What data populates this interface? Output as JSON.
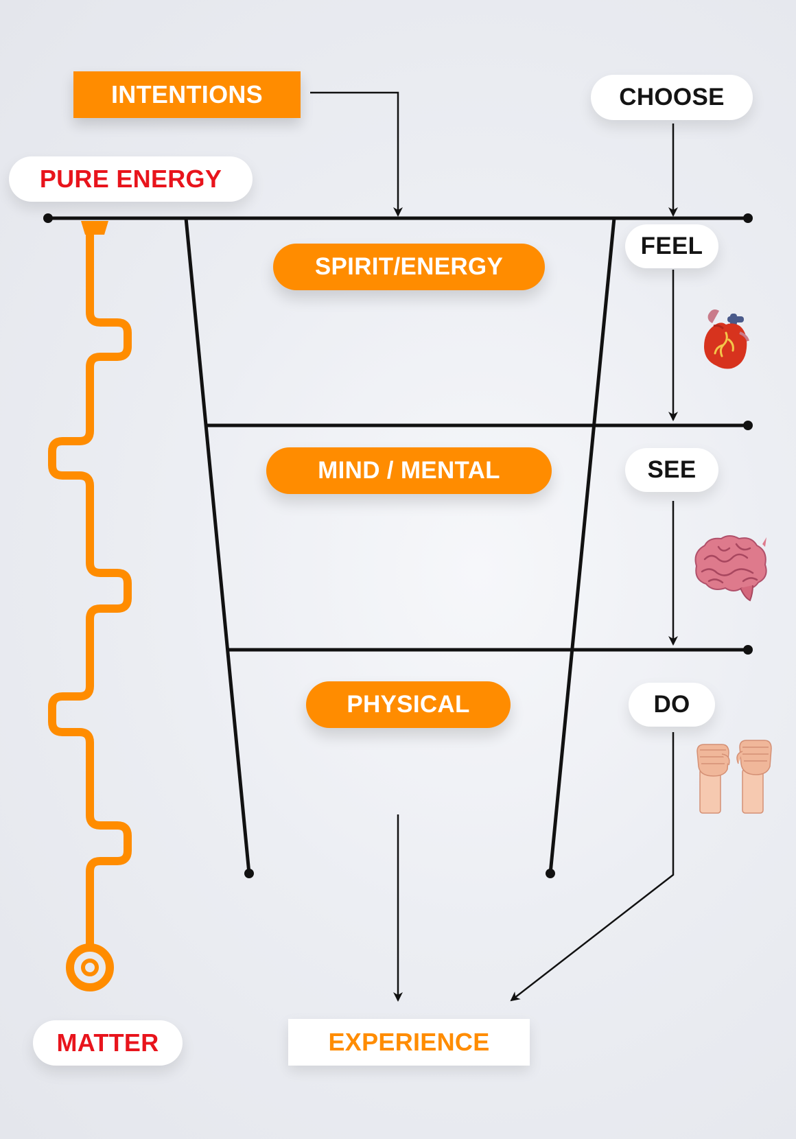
{
  "labels": {
    "intentions": "INTENTIONS",
    "choose": "CHOOSE",
    "pure_energy": "PURE ENERGY",
    "feel": "FEEL",
    "spirit_energy": "SPIRIT/ENERGY",
    "mind_mental": "MIND / MENTAL",
    "see": "SEE",
    "physical": "PHYSICAL",
    "do": "DO",
    "matter": "MATTER",
    "experience": "EXPERIENCE"
  },
  "illustrations": [
    "heart-icon",
    "brain-icon",
    "fists-icon"
  ],
  "colors": {
    "accent_orange": "#ff8c00",
    "red_text": "#e8141c",
    "line_black": "#111111",
    "background": "#e9ebf0"
  }
}
